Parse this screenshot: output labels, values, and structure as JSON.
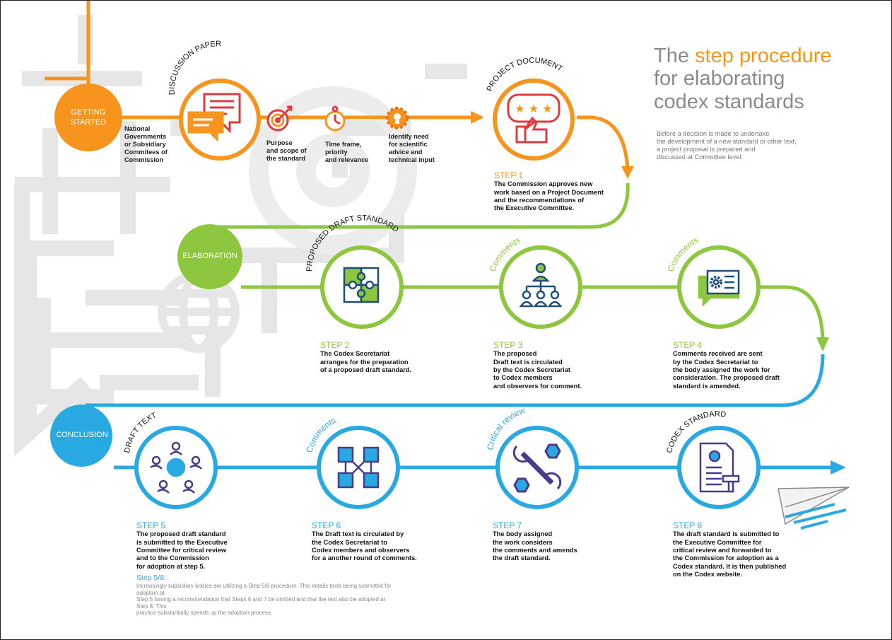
{
  "title": {
    "pre": "The ",
    "highlight": "step procedure",
    "line2": "for elaborating",
    "line3": "codex standards"
  },
  "intro": {
    "line1": "Before a decision is made to undertake",
    "line2": "the development of a new standard or other text,",
    "line3": "a project proposal is prepared and",
    "line4": "discussed at Committee level."
  },
  "phases": {
    "getting_started": {
      "line1": "GETTING",
      "line2": "STARTED"
    },
    "elaboration": "ELABORATION",
    "conclusion": "CONCLUSION"
  },
  "getting_started_notes": {
    "origin": {
      "line1": "National",
      "line2": "Governments",
      "line3": "or Subsidiary",
      "line4": "Commitees of",
      "line5": "Commission"
    },
    "purpose": {
      "line1": "Purpose",
      "line2": "and scope of",
      "line3": "the standard"
    },
    "timeframe": {
      "line1": "Time frame,",
      "line2": "priority",
      "line3": "and relevance"
    },
    "need": {
      "line1": "Identify need",
      "line2": "for scientific",
      "line3": "advice and",
      "line4": "technical input"
    }
  },
  "arc_labels": {
    "discussion_paper": "DISCUSSION PAPER",
    "project_document": "PROJECT DOCUMENT",
    "proposed_draft_standard": "PROPOSED DRAFT STANDARD",
    "comments_step3": "Comments",
    "comments_step4": "Comments",
    "draft_text": "DRAFT TEXT",
    "comments_step6": "Comments",
    "critical_review": "Critical review",
    "codex_standard": "CODEX STANDARD"
  },
  "steps": [
    {
      "label": "STEP 1",
      "lines": [
        "The Commission approves new",
        "work based on a Project Document",
        "and the recommendations of",
        "the Executive Committee."
      ]
    },
    {
      "label": "STEP 2",
      "lines": [
        "The Codex Secretariat",
        "arranges for the preparation",
        "of a proposed draft standard."
      ]
    },
    {
      "label": "STEP 3",
      "lines": [
        "The proposed",
        "Draft text is circulated",
        "by the Codex Secretariat",
        "to Codex members",
        "and observers for comment."
      ]
    },
    {
      "label": "STEP 4",
      "lines": [
        "Comments received are sent",
        "by the Codex Secretariat to",
        "the body assigned the work for",
        "consideration. The proposed draft",
        "standard is amended."
      ]
    },
    {
      "label": "STEP 5",
      "lines": [
        "The proposed draft standard",
        "is submitted to the Executive",
        "Committee for critical review",
        "and to the Commission",
        "for adoption at step 5."
      ]
    },
    {
      "label": "STEP 6",
      "lines": [
        "The Draft text is circulated by",
        "the Codex Secretariat to",
        "Codex members and observers",
        "for a another round of comments."
      ]
    },
    {
      "label": "STEP 7",
      "lines": [
        "The body assigned",
        "the work considers",
        "the comments and amends",
        "the draft standard."
      ]
    },
    {
      "label": "STEP 8",
      "lines": [
        "The draft standard is submitted to",
        "the Executive Committee for",
        "critical review and forwarded to",
        "the Commission for adoption as a",
        "Codex standard. It is then published",
        "on the Codex website."
      ]
    }
  ],
  "footnote": {
    "heading": "Step 5/8:",
    "line1": "Increasingly subsidiary bodies are utilizing a Step 5/8 procedure. This entails texts being submitted for adoption at",
    "line2": "Step 5 having a recommendation that Steps 6 and 7 be omitted and that the text also be adopted at Step 8. This",
    "line3": "practice substantially speeds up the adoption process."
  },
  "colors": {
    "orange": "#f7941d",
    "green": "#8dc63f",
    "blue": "#29a9e1",
    "red_icon": "#e03a3e",
    "dark_icon": "#1f4e79",
    "purple_icon": "#4b3a8c",
    "background_gray": "#e6e6e6",
    "title_gray": "#8a8a8a"
  },
  "icons": {
    "discussion_paper": "chat-bubbles-icon",
    "purpose": "target-icon",
    "timeframe": "stopwatch-icon",
    "need": "lightbulb-gear-icon",
    "project_document": "thumbs-up-rating-icon",
    "step2": "puzzle-icon",
    "step3": "people-network-icon",
    "step4": "gear-chat-icon",
    "step5": "round-table-icon",
    "step6": "document-exchange-icon",
    "step7": "wrench-nut-icon",
    "step8": "certificate-stamp-icon",
    "paper_plane": "paper-plane-icon"
  }
}
